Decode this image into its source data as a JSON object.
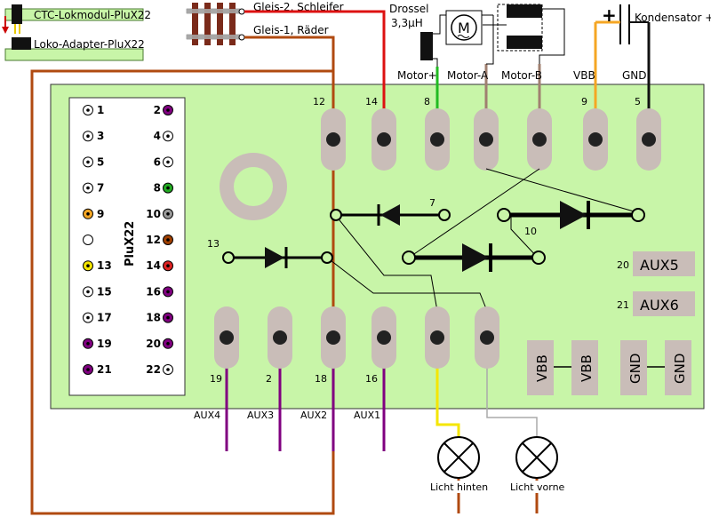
{
  "legend": {
    "lokmodul": "CTC-Lokmodul-PluX22",
    "adapter": "Loko-Adapter-PluX22"
  },
  "top_labels": {
    "gleis2": "Gleis-2, Schleifer",
    "gleis1": "Gleis-1, Räder",
    "drossel": "Drossel",
    "drossel_value": "3,3µH",
    "motor_symbol": "M",
    "kondensator": "Kondensator +",
    "plus": "+",
    "motor_plus": "Motor+",
    "motor_a": "Motor-A",
    "motor_b": "Motor-B",
    "vbb": "VBB",
    "gnd": "GND"
  },
  "top_pad_numbers": [
    "12",
    "14",
    "8",
    "",
    "",
    "9",
    "5"
  ],
  "plux_title": "PluX22",
  "plux_pins": {
    "left": [
      "1",
      "3",
      "5",
      "7",
      "9",
      "",
      "13",
      "15",
      "17",
      "19",
      "21"
    ],
    "right": [
      "2",
      "4",
      "6",
      "8",
      "10",
      "12",
      "14",
      "16",
      "18",
      "20",
      "22"
    ]
  },
  "plux_pin_colors": {
    "left": [
      "#ffffff",
      "#ffffff",
      "#ffffff",
      "#ffffff",
      "#f5a623",
      "#ffffff",
      "#f5e600",
      "#ffffff",
      "#ffffff",
      "#800080",
      "#800080"
    ],
    "right": [
      "#800080",
      "#ffffff",
      "#ffffff",
      "#22aa22",
      "#999999",
      "#a04000",
      "#dd2222",
      "#800080",
      "#800080",
      "#800080",
      "#ffffff"
    ]
  },
  "diode_labels": [
    "7",
    "10",
    "13"
  ],
  "aux_pad_labels": {
    "aux5_num": "20",
    "aux5": "AUX5",
    "aux6_num": "21",
    "aux6": "AUX6"
  },
  "power_boxes": [
    "VBB",
    "VBB",
    "GND",
    "GND"
  ],
  "bottom_pad_numbers": [
    "19",
    "2",
    "18",
    "16",
    "",
    ""
  ],
  "aux_wire_labels": [
    "AUX4",
    "AUX3",
    "AUX2",
    "AUX1"
  ],
  "lamps": [
    "Licht hinten",
    "Licht vorne"
  ]
}
